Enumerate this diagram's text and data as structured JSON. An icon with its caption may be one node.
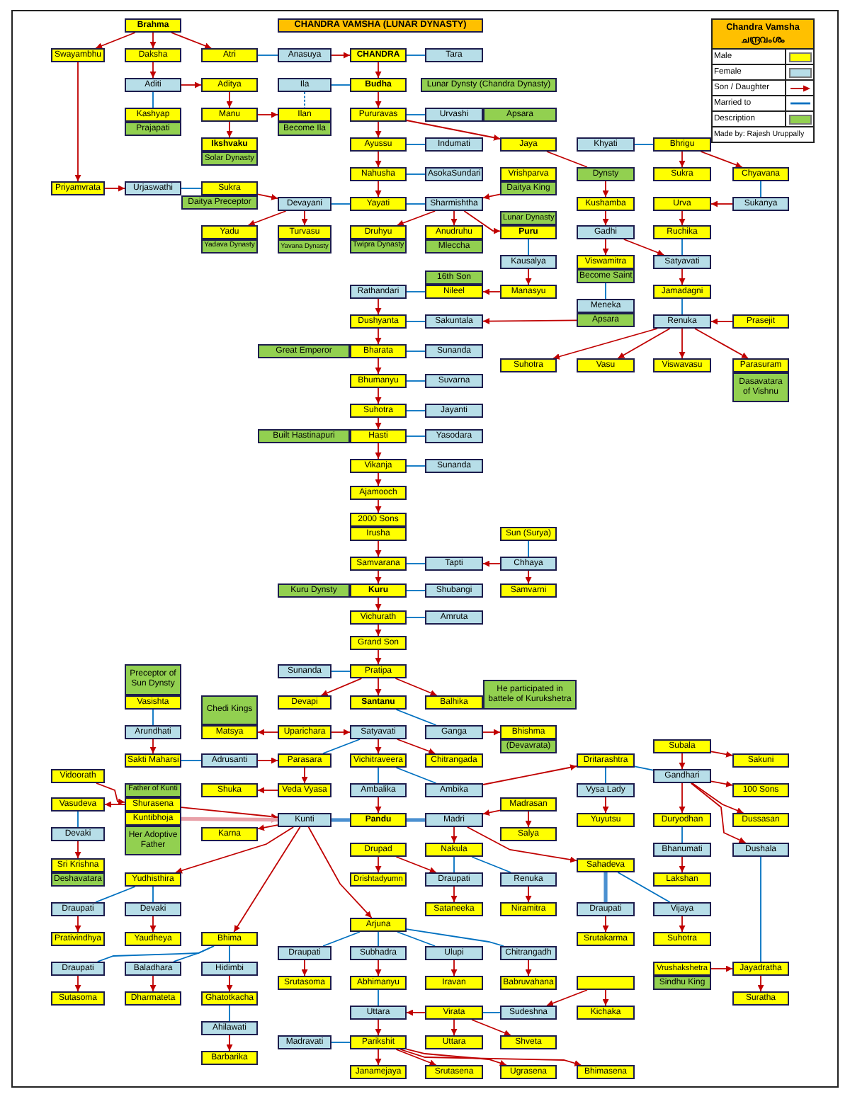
{
  "diagram": {
    "title": "CHANDRA VAMSHA (LUNAR DYNASTY)",
    "nodes": [
      {
        "text": [
          "Brahma"
        ]
      },
      {
        "text": [
          "Swayambhu"
        ]
      },
      {
        "text": [
          "Daksha"
        ]
      },
      {
        "text": [
          "Atri"
        ]
      },
      {
        "text": [
          "Anasuya"
        ]
      },
      {
        "text": [
          "CHANDRA"
        ]
      },
      {
        "text": [
          "Tara"
        ]
      },
      {
        "text": [
          "Aditi"
        ]
      },
      {
        "text": [
          "Aditya"
        ]
      },
      {
        "text": [
          "Ila"
        ]
      },
      {
        "text": [
          "Budha"
        ]
      },
      {
        "text": [
          "Lunar Dynsty (Chandra Dynasty)"
        ]
      },
      {
        "text": [
          "Kashyap"
        ]
      },
      {
        "text": [
          "Manu"
        ]
      },
      {
        "text": [
          "Ilan"
        ]
      },
      {
        "text": [
          "Pururavas"
        ]
      },
      {
        "text": [
          "Urvashi"
        ]
      },
      {
        "text": [
          "Apsara"
        ]
      },
      {
        "text": [
          "Prajapati"
        ]
      },
      {
        "text": [
          "Become Ila"
        ]
      },
      {
        "text": [
          "Ikshvaku"
        ]
      },
      {
        "text": [
          "Ayussu"
        ]
      },
      {
        "text": [
          "Indumati"
        ]
      },
      {
        "text": [
          "Jaya"
        ]
      },
      {
        "text": [
          "Khyati"
        ]
      },
      {
        "text": [
          "Bhrigu"
        ]
      },
      {
        "text": [
          "Solar Dynasty"
        ]
      },
      {
        "text": [
          "Nahusha"
        ]
      },
      {
        "text": [
          "AsokaSundari"
        ]
      },
      {
        "text": [
          "Vrishparva"
        ]
      },
      {
        "text": [
          "Dynsty"
        ]
      },
      {
        "text": [
          "Sukra"
        ]
      },
      {
        "text": [
          "Chyavana"
        ]
      },
      {
        "text": [
          "Priyamvrata"
        ]
      },
      {
        "text": [
          "Urjaswathi"
        ]
      },
      {
        "text": [
          "Sukra"
        ]
      },
      {
        "text": [
          "Daitya King"
        ]
      },
      {
        "text": [
          "Daitya Preceptor"
        ]
      },
      {
        "text": [
          "Devayani"
        ]
      },
      {
        "text": [
          "Yayati"
        ]
      },
      {
        "text": [
          "Sharmishtha"
        ]
      },
      {
        "text": [
          "Kushamba"
        ]
      },
      {
        "text": [
          "Urva"
        ]
      },
      {
        "text": [
          "Sukanya"
        ]
      },
      {
        "text": [
          "Lunar Dynasty"
        ]
      },
      {
        "text": [
          "Yadu"
        ]
      },
      {
        "text": [
          "Turvasu"
        ]
      },
      {
        "text": [
          "Druhyu"
        ]
      },
      {
        "text": [
          "Anudruhu"
        ]
      },
      {
        "text": [
          "Puru"
        ]
      },
      {
        "text": [
          "Gadhi"
        ]
      },
      {
        "text": [
          "Ruchika"
        ]
      },
      {
        "text": [
          "Yadava Dynasty"
        ]
      },
      {
        "text": [
          "Yavana Dynasty"
        ]
      },
      {
        "text": [
          "Twipra Dynasty"
        ]
      },
      {
        "text": [
          "Mleccha"
        ]
      },
      {
        "text": [
          "Kausalya"
        ]
      },
      {
        "text": [
          "Viswamitra"
        ]
      },
      {
        "text": [
          "Satyavati"
        ]
      },
      {
        "text": [
          "16th Son"
        ]
      },
      {
        "text": [
          "Become Saint"
        ]
      },
      {
        "text": [
          "Rathandari"
        ]
      },
      {
        "text": [
          "Nileel"
        ]
      },
      {
        "text": [
          "Manasyu"
        ]
      },
      {
        "text": [
          "Jamadagni"
        ]
      },
      {
        "text": [
          "Meneka"
        ]
      },
      {
        "text": [
          "Dushyanta"
        ]
      },
      {
        "text": [
          "Sakuntala"
        ]
      },
      {
        "text": [
          "Apsara"
        ]
      },
      {
        "text": [
          "Renuka"
        ]
      },
      {
        "text": [
          "Prasejit"
        ]
      },
      {
        "text": [
          "Great Emperor"
        ]
      },
      {
        "text": [
          "Bharata"
        ]
      },
      {
        "text": [
          "Sunanda"
        ]
      },
      {
        "text": [
          "Suhotra"
        ]
      },
      {
        "text": [
          "Vasu"
        ]
      },
      {
        "text": [
          "Viswavasu"
        ]
      },
      {
        "text": [
          "Parasuram"
        ]
      },
      {
        "text": [
          "Bhumanyu"
        ]
      },
      {
        "text": [
          "Suvarna"
        ]
      },
      {
        "text": [
          "Dasavatara of Vishnu"
        ]
      },
      {
        "text": [
          "Suhotra"
        ]
      },
      {
        "text": [
          "Jayanti"
        ]
      },
      {
        "text": [
          "Built Hastinapuri"
        ]
      },
      {
        "text": [
          "Hasti"
        ]
      },
      {
        "text": [
          "Yasodara"
        ]
      },
      {
        "text": [
          "Vikanja"
        ]
      },
      {
        "text": [
          "Sunanda"
        ]
      },
      {
        "text": [
          "Ajamooch"
        ]
      },
      {
        "text": [
          "2000 Sons"
        ]
      },
      {
        "text": [
          "Irusha"
        ]
      },
      {
        "text": [
          "Sun (Surya)"
        ]
      },
      {
        "text": [
          "Samvarana"
        ]
      },
      {
        "text": [
          "Tapti"
        ]
      },
      {
        "text": [
          "Chhaya"
        ]
      },
      {
        "text": [
          "Kuru Dynsty"
        ]
      },
      {
        "text": [
          "Kuru"
        ]
      },
      {
        "text": [
          "Shubangi"
        ]
      },
      {
        "text": [
          "Samvarni"
        ]
      },
      {
        "text": [
          "Vichurath"
        ]
      },
      {
        "text": [
          "Amruta"
        ]
      },
      {
        "text": [
          "Grand Son"
        ]
      },
      {
        "text": [
          "Preceptor of Sun Dynsty"
        ]
      },
      {
        "text": [
          "Sunanda"
        ]
      },
      {
        "text": [
          "Pratipa"
        ]
      },
      {
        "text": [
          "He participated in battele of Kurukshetra"
        ]
      },
      {
        "text": [
          "Vasishta"
        ]
      },
      {
        "text": [
          "Chedi Kings"
        ]
      },
      {
        "text": [
          "Devapi"
        ]
      },
      {
        "text": [
          "Santanu"
        ]
      },
      {
        "text": [
          "Balhika"
        ]
      },
      {
        "text": [
          "Arundhati"
        ]
      },
      {
        "text": [
          "Matsya"
        ]
      },
      {
        "text": [
          "Uparichara"
        ]
      },
      {
        "text": [
          "Satyavati"
        ]
      },
      {
        "text": [
          "Ganga"
        ]
      },
      {
        "text": [
          "Bhishma"
        ]
      },
      {
        "text": [
          "(Devavrata)"
        ]
      },
      {
        "text": [
          "Subala"
        ]
      },
      {
        "text": [
          "Sakti Maharsi"
        ]
      },
      {
        "text": [
          "Adrusanti"
        ]
      },
      {
        "text": [
          "Parasara"
        ]
      },
      {
        "text": [
          "Vichitraveera"
        ]
      },
      {
        "text": [
          "Chitrangada"
        ]
      },
      {
        "text": [
          "Dritarashtra"
        ]
      },
      {
        "text": [
          "Sakuni"
        ]
      },
      {
        "text": [
          "Vidoorath"
        ]
      },
      {
        "text": [
          "Gandhari"
        ]
      },
      {
        "text": [
          "Father of Kunti"
        ]
      },
      {
        "text": [
          "Shuka"
        ]
      },
      {
        "text": [
          "Veda Vyasa"
        ]
      },
      {
        "text": [
          "Ambalika"
        ]
      },
      {
        "text": [
          "Ambika"
        ]
      },
      {
        "text": [
          "Vysa Lady"
        ]
      },
      {
        "text": [
          "100 Sons"
        ]
      },
      {
        "text": [
          "Vasudeva"
        ]
      },
      {
        "text": [
          "Shurasena"
        ]
      },
      {
        "text": [
          "Madrasan"
        ]
      },
      {
        "text": [
          "Kuntibhoja"
        ]
      },
      {
        "text": [
          "Kunti"
        ]
      },
      {
        "text": [
          "Pandu"
        ]
      },
      {
        "text": [
          "Madri"
        ]
      },
      {
        "text": [
          "Yuyutsu"
        ]
      },
      {
        "text": [
          "Duryodhan"
        ]
      },
      {
        "text": [
          "Dussasan"
        ]
      },
      {
        "text": [
          "Devaki"
        ]
      },
      {
        "text": [
          "Her Adoptive Father"
        ]
      },
      {
        "text": [
          "Karna"
        ]
      },
      {
        "text": [
          "Salya"
        ]
      },
      {
        "text": [
          "Drupad"
        ]
      },
      {
        "text": [
          "Nakula"
        ]
      },
      {
        "text": [
          "Bhanumati"
        ]
      },
      {
        "text": [
          "Dushala"
        ]
      },
      {
        "text": [
          "Sri Krishna"
        ]
      },
      {
        "text": [
          "Sahadeva"
        ]
      },
      {
        "text": [
          "Deshavatara"
        ]
      },
      {
        "text": [
          "Yudhisthira"
        ]
      },
      {
        "text": [
          "Drishtadyumn"
        ]
      },
      {
        "text": [
          "Draupati"
        ]
      },
      {
        "text": [
          "Renuka"
        ]
      },
      {
        "text": [
          "Lakshan"
        ]
      },
      {
        "text": [
          "Draupati"
        ]
      },
      {
        "text": [
          "Devaki"
        ]
      },
      {
        "text": [
          "Sataneeka"
        ]
      },
      {
        "text": [
          "Niramitra"
        ]
      },
      {
        "text": [
          "Draupati"
        ]
      },
      {
        "text": [
          "Vijaya"
        ]
      },
      {
        "text": [
          "Arjuna"
        ]
      },
      {
        "text": [
          "Prativindhya"
        ]
      },
      {
        "text": [
          "Yaudheya"
        ]
      },
      {
        "text": [
          "Bhima"
        ]
      },
      {
        "text": [
          "Srutakarma"
        ]
      },
      {
        "text": [
          "Suhotra"
        ]
      },
      {
        "text": [
          "Draupati"
        ]
      },
      {
        "text": [
          "Subhadra"
        ]
      },
      {
        "text": [
          "Ulupi"
        ]
      },
      {
        "text": [
          "Chitrangadh"
        ]
      },
      {
        "text": [
          "Draupati"
        ]
      },
      {
        "text": [
          "Baladhara"
        ]
      },
      {
        "text": [
          "Hidimbi"
        ]
      },
      {
        "text": [
          "Vrushakshetra"
        ]
      },
      {
        "text": [
          "Jayadratha"
        ]
      },
      {
        "text": [
          "Srutasoma"
        ]
      },
      {
        "text": [
          "Abhimanyu"
        ]
      },
      {
        "text": [
          "Iravan"
        ]
      },
      {
        "text": [
          "Babruvahana"
        ]
      },
      {
        "text": [],
        "shape": "box"
      },
      {
        "text": [
          "Sindhu King"
        ]
      },
      {
        "text": [
          "Sutasoma"
        ]
      },
      {
        "text": [
          "Dharmateta"
        ]
      },
      {
        "text": [
          "Ghatotkacha"
        ]
      },
      {
        "text": [
          "Suratha"
        ]
      },
      {
        "text": [
          "Uttara"
        ]
      },
      {
        "text": [
          "Virata"
        ]
      },
      {
        "text": [
          "Sudeshna"
        ]
      },
      {
        "text": [
          "Kichaka"
        ]
      },
      {
        "text": [
          "Ahilawati"
        ]
      },
      {
        "text": [
          "Madravati"
        ]
      },
      {
        "text": [
          "Parikshit"
        ]
      },
      {
        "text": [
          "Uttara"
        ]
      },
      {
        "text": [
          "Shveta"
        ]
      },
      {
        "text": [
          "Barbarika"
        ]
      },
      {
        "text": [
          "Janamejaya"
        ]
      },
      {
        "text": [
          "Srutasena"
        ]
      },
      {
        "text": [
          "Ugrasena"
        ]
      },
      {
        "text": [
          "Bhimasena"
        ]
      }
    ],
    "edges": [
      {
        "from": 0,
        "to": 1,
        "arrow": "to"
      },
      {
        "from": 0,
        "to": 2,
        "arrow": "to"
      },
      {
        "from": 0,
        "to": 3,
        "arrow": "to"
      },
      {
        "from": 3,
        "to": 4,
        "arrow": "none",
        "color": "#0070c0"
      },
      {
        "from": 4,
        "to": 5,
        "arrow": "to"
      },
      {
        "from": 5,
        "to": 6,
        "arrow": "none",
        "color": "#0070c0"
      },
      {
        "from": 2,
        "to": 7,
        "arrow": "to"
      },
      {
        "from": 7,
        "to": 8,
        "arrow": "to"
      },
      {
        "from": 9,
        "to": 10,
        "arrow": "none",
        "color": "#0070c0"
      },
      {
        "from": 5,
        "to": 10,
        "arrow": "to"
      },
      {
        "from": 7,
        "to": 12,
        "arrow": "none",
        "color": "#0070c0"
      },
      {
        "from": 8,
        "to": 13,
        "arrow": "to"
      },
      {
        "from": 13,
        "to": 14,
        "arrow": "to"
      },
      {
        "from": 9,
        "to": 14,
        "arrow": "none",
        "style": "dashed",
        "color": "#0070c0"
      },
      {
        "from": 10,
        "to": 15,
        "arrow": "to"
      },
      {
        "from": 15,
        "to": 16,
        "arrow": "none",
        "color": "#0070c0"
      },
      {
        "from": 13,
        "to": 20,
        "arrow": "to"
      },
      {
        "from": 15,
        "to": 21,
        "arrow": "to"
      },
      {
        "from": 21,
        "to": 22,
        "arrow": "none",
        "color": "#0070c0"
      },
      {
        "from": 15,
        "to": 23,
        "arrow": "to"
      },
      {
        "from": 24,
        "to": 25,
        "arrow": "none",
        "color": "#0070c0"
      },
      {
        "from": 21,
        "to": 27,
        "arrow": "to"
      },
      {
        "from": 27,
        "to": 28,
        "arrow": "none",
        "color": "#0070c0"
      },
      {
        "from": 23,
        "to": 30,
        "arrow": "none"
      },
      {
        "from": 25,
        "to": 31,
        "arrow": "to"
      },
      {
        "from": 25,
        "to": 32,
        "arrow": "to"
      },
      {
        "from": 1,
        "to": 33,
        "arrow": "to"
      },
      {
        "from": 33,
        "to": 34,
        "arrow": "to"
      },
      {
        "from": 34,
        "to": 35,
        "arrow": "none",
        "color": "#0070c0"
      },
      {
        "from": 35,
        "to": 38,
        "arrow": "to"
      },
      {
        "from": 27,
        "to": 39,
        "arrow": "to"
      },
      {
        "from": 38,
        "to": 39,
        "arrow": "none",
        "color": "#0070c0"
      },
      {
        "from": 39,
        "to": 40,
        "arrow": "none",
        "color": "#0070c0"
      },
      {
        "from": 36,
        "to": 40,
        "arrow": "to"
      },
      {
        "from": 30,
        "to": 41,
        "arrow": "to"
      },
      {
        "from": 32,
        "to": 43,
        "arrow": "none",
        "color": "#0070c0"
      },
      {
        "from": 43,
        "to": 42,
        "arrow": "to"
      },
      {
        "from": 38,
        "to": 45,
        "arrow": "to"
      },
      {
        "from": 38,
        "to": 46,
        "arrow": "to"
      },
      {
        "from": 40,
        "to": 47,
        "arrow": "to"
      },
      {
        "from": 40,
        "to": 48,
        "arrow": "to"
      },
      {
        "from": 40,
        "to": 49,
        "arrow": "to"
      },
      {
        "from": 41,
        "to": 50,
        "arrow": "to"
      },
      {
        "from": 42,
        "to": 51,
        "arrow": "to"
      },
      {
        "from": 49,
        "to": 56,
        "arrow": "none",
        "color": "#0070c0"
      },
      {
        "from": 50,
        "to": 57,
        "arrow": "to"
      },
      {
        "from": 50,
        "to": 58,
        "arrow": "to"
      },
      {
        "from": 51,
        "to": 58,
        "arrow": "none",
        "color": "#0070c0"
      },
      {
        "from": 56,
        "to": 63,
        "arrow": "to"
      },
      {
        "from": 63,
        "to": 62,
        "arrow": "to"
      },
      {
        "from": 61,
        "to": 62,
        "arrow": "none",
        "color": "#0070c0"
      },
      {
        "from": 58,
        "to": 64,
        "arrow": "to"
      },
      {
        "from": 60,
        "to": 65,
        "arrow": "none",
        "color": "#0070c0"
      },
      {
        "from": 61,
        "to": 66,
        "arrow": "to"
      },
      {
        "from": 66,
        "to": 67,
        "arrow": "none",
        "color": "#0070c0"
      },
      {
        "from": 68,
        "to": 67,
        "arrow": "to"
      },
      {
        "from": 64,
        "to": 69,
        "arrow": "none",
        "color": "#0070c0"
      },
      {
        "from": 70,
        "to": 69,
        "arrow": "to"
      },
      {
        "from": 66,
        "to": 72,
        "arrow": "to"
      },
      {
        "from": 72,
        "to": 73,
        "arrow": "none",
        "color": "#0070c0"
      },
      {
        "from": 69,
        "to": 74,
        "arrow": "to"
      },
      {
        "from": 69,
        "to": 75,
        "arrow": "to"
      },
      {
        "from": 69,
        "to": 76,
        "arrow": "to"
      },
      {
        "from": 69,
        "to": 77,
        "arrow": "to"
      },
      {
        "from": 72,
        "to": 78,
        "arrow": "to"
      },
      {
        "from": 78,
        "to": 79,
        "arrow": "none",
        "color": "#0070c0"
      },
      {
        "from": 78,
        "to": 81,
        "arrow": "to"
      },
      {
        "from": 81,
        "to": 82,
        "arrow": "none",
        "color": "#0070c0"
      },
      {
        "from": 81,
        "to": 84,
        "arrow": "to"
      },
      {
        "from": 84,
        "to": 85,
        "arrow": "none",
        "color": "#0070c0"
      },
      {
        "from": 84,
        "to": 86,
        "arrow": "to"
      },
      {
        "from": 86,
        "to": 87,
        "arrow": "none",
        "color": "#0070c0"
      },
      {
        "from": 86,
        "to": 88,
        "arrow": "to"
      },
      {
        "from": 88,
        "to": 89,
        "arrow": "to"
      },
      {
        "from": 90,
        "to": 92,
        "arrow": "to"
      },
      {
        "from": 91,
        "to": 94,
        "arrow": "none",
        "color": "#0070c0"
      },
      {
        "from": 92,
        "to": 93,
        "arrow": "none",
        "color": "#0070c0"
      },
      {
        "from": 94,
        "to": 93,
        "arrow": "to"
      },
      {
        "from": 92,
        "to": 96,
        "arrow": "to"
      },
      {
        "from": 96,
        "to": 97,
        "arrow": "none",
        "color": "#0070c0"
      },
      {
        "from": 94,
        "to": 98,
        "arrow": "to"
      },
      {
        "from": 96,
        "to": 99,
        "arrow": "to"
      },
      {
        "from": 99,
        "to": 100,
        "arrow": "none",
        "color": "#0070c0"
      },
      {
        "from": 99,
        "to": 101,
        "arrow": "to"
      },
      {
        "from": 101,
        "to": 104,
        "arrow": "to"
      },
      {
        "from": 103,
        "to": 104,
        "arrow": "none",
        "color": "#0070c0"
      },
      {
        "from": 104,
        "to": 108,
        "arrow": "to"
      },
      {
        "from": 104,
        "to": 109,
        "arrow": "to"
      },
      {
        "from": 104,
        "to": 110,
        "arrow": "to"
      },
      {
        "from": 106,
        "to": 111,
        "arrow": "none",
        "color": "#0070c0"
      },
      {
        "from": 113,
        "to": 112,
        "arrow": "to"
      },
      {
        "from": 113,
        "to": 114,
        "arrow": "to"
      },
      {
        "from": 109,
        "to": 115,
        "arrow": "none",
        "color": "#0070c0"
      },
      {
        "from": 115,
        "to": 116,
        "arrow": "to"
      },
      {
        "from": 111,
        "to": 119,
        "arrow": "to"
      },
      {
        "from": 119,
        "to": 120,
        "arrow": "none",
        "color": "#0070c0"
      },
      {
        "from": 120,
        "to": 121,
        "arrow": "to"
      },
      {
        "from": 114,
        "to": 121,
        "arrow": "none",
        "color": "#0070c0"
      },
      {
        "from": 114,
        "to": 122,
        "arrow": "to"
      },
      {
        "from": 114,
        "to": 123,
        "arrow": "to"
      },
      {
        "from": 118,
        "to": 125,
        "arrow": "to"
      },
      {
        "from": 118,
        "to": 127,
        "arrow": "to"
      },
      {
        "from": 132,
        "to": 124,
        "arrow": "to"
      },
      {
        "from": 124,
        "to": 133,
        "arrow": "none",
        "color": "#0070c0"
      },
      {
        "from": 124,
        "to": 127,
        "arrow": "none",
        "color": "#0070c0"
      },
      {
        "from": 121,
        "to": 130,
        "arrow": "to"
      },
      {
        "from": 130,
        "to": 129,
        "arrow": "to"
      },
      {
        "from": 122,
        "to": 131,
        "arrow": "none",
        "color": "#0070c0"
      },
      {
        "from": 122,
        "to": 132,
        "arrow": "none",
        "color": "#0070c0"
      },
      {
        "from": 127,
        "to": 134,
        "arrow": "to"
      },
      {
        "from": 126,
        "to": 136,
        "arrow": "to"
      },
      {
        "from": 136,
        "to": 135,
        "arrow": "to"
      },
      {
        "from": 136,
        "to": 139,
        "arrow": "to"
      },
      {
        "from": 138,
        "to": 139,
        "arrow": "to",
        "style": "thick",
        "color": "#e8a0a8"
      },
      {
        "from": 131,
        "to": 140,
        "arrow": "to"
      },
      {
        "from": 139,
        "to": 140,
        "arrow": "none",
        "style": "thick",
        "color": "#4a90d0"
      },
      {
        "from": 140,
        "to": 141,
        "arrow": "none",
        "style": "thick",
        "color": "#4a90d0"
      },
      {
        "from": 137,
        "to": 141,
        "arrow": "to"
      },
      {
        "from": 137,
        "to": 148,
        "arrow": "to"
      },
      {
        "from": 133,
        "to": 142,
        "arrow": "to"
      },
      {
        "from": 127,
        "to": 143,
        "arrow": "to"
      },
      {
        "from": 127,
        "to": 144,
        "arrow": "to"
      },
      {
        "from": 135,
        "to": 145,
        "arrow": "none",
        "color": "#0070c0"
      },
      {
        "from": 139,
        "to": 147,
        "arrow": "to"
      },
      {
        "from": 143,
        "to": 151,
        "arrow": "none",
        "color": "#0070c0"
      },
      {
        "from": 127,
        "to": 152,
        "arrow": "to"
      },
      {
        "from": 145,
        "to": 153,
        "arrow": "to"
      },
      {
        "from": 141,
        "to": 150,
        "arrow": "to"
      },
      {
        "from": 141,
        "to": 154,
        "arrow": "to"
      },
      {
        "from": 139,
        "to": 156,
        "arrow": "to"
      },
      {
        "from": 149,
        "to": 157,
        "arrow": "to"
      },
      {
        "from": 149,
        "to": 158,
        "arrow": "to"
      },
      {
        "from": 150,
        "to": 158,
        "arrow": "none",
        "color": "#0070c0"
      },
      {
        "from": 150,
        "to": 159,
        "arrow": "none",
        "color": "#0070c0"
      },
      {
        "from": 151,
        "to": 160,
        "arrow": "to"
      },
      {
        "from": 156,
        "to": 161,
        "arrow": "none",
        "color": "#0070c0"
      },
      {
        "from": 156,
        "to": 162,
        "arrow": "none",
        "color": "#0070c0"
      },
      {
        "from": 154,
        "to": 165,
        "arrow": "none",
        "style": "thick",
        "color": "#4a90d0"
      },
      {
        "from": 154,
        "to": 166,
        "arrow": "none",
        "color": "#0070c0"
      },
      {
        "from": 158,
        "to": 163,
        "arrow": "to"
      },
      {
        "from": 159,
        "to": 164,
        "arrow": "to"
      },
      {
        "from": 139,
        "to": 167,
        "arrow": "to"
      },
      {
        "from": 161,
        "to": 168,
        "arrow": "to"
      },
      {
        "from": 162,
        "to": 169,
        "arrow": "to"
      },
      {
        "from": 139,
        "to": 170,
        "arrow": "to"
      },
      {
        "from": 165,
        "to": 171,
        "arrow": "to"
      },
      {
        "from": 166,
        "to": 172,
        "arrow": "to"
      },
      {
        "from": 167,
        "to": 173,
        "arrow": "none",
        "color": "#0070c0"
      },
      {
        "from": 167,
        "to": 174,
        "arrow": "none",
        "color": "#0070c0"
      },
      {
        "from": 167,
        "to": 175,
        "arrow": "none",
        "color": "#0070c0"
      },
      {
        "from": 167,
        "to": 176,
        "arrow": "none",
        "color": "#0070c0"
      },
      {
        "from": 170,
        "to": 177,
        "arrow": "none",
        "color": "#0070c0"
      },
      {
        "from": 170,
        "to": 178,
        "arrow": "none",
        "color": "#0070c0"
      },
      {
        "from": 170,
        "to": 179,
        "arrow": "none",
        "color": "#0070c0"
      },
      {
        "from": 180,
        "to": 181,
        "arrow": "to"
      },
      {
        "from": 152,
        "to": 181,
        "arrow": "none",
        "color": "#0070c0"
      },
      {
        "from": 173,
        "to": 182,
        "arrow": "to"
      },
      {
        "from": 174,
        "to": 183,
        "arrow": "to"
      },
      {
        "from": 175,
        "to": 184,
        "arrow": "to"
      },
      {
        "from": 176,
        "to": 185,
        "arrow": "to"
      },
      {
        "from": 177,
        "to": 188,
        "arrow": "to"
      },
      {
        "from": 178,
        "to": 189,
        "arrow": "to"
      },
      {
        "from": 179,
        "to": 190,
        "arrow": "to"
      },
      {
        "from": 181,
        "to": 191,
        "arrow": "to"
      },
      {
        "from": 183,
        "to": 192,
        "arrow": "none",
        "color": "#0070c0"
      },
      {
        "from": 193,
        "to": 192,
        "arrow": "to"
      },
      {
        "from": 193,
        "to": 194,
        "arrow": "none",
        "color": "#0070c0"
      },
      {
        "from": 186,
        "to": 194,
        "arrow": "to"
      },
      {
        "from": 186,
        "to": 195,
        "arrow": "to"
      },
      {
        "from": 190,
        "to": 196,
        "arrow": "none",
        "color": "#0070c0"
      },
      {
        "from": 197,
        "to": 198,
        "arrow": "none",
        "color": "#0070c0"
      },
      {
        "from": 192,
        "to": 198,
        "arrow": "to"
      },
      {
        "from": 193,
        "to": 199,
        "arrow": "to"
      },
      {
        "from": 193,
        "to": 200,
        "arrow": "to"
      },
      {
        "from": 196,
        "to": 201,
        "arrow": "to"
      },
      {
        "from": 198,
        "to": 202,
        "arrow": "to"
      },
      {
        "from": 198,
        "to": 203,
        "arrow": "to"
      },
      {
        "from": 198,
        "to": 204,
        "arrow": "to"
      },
      {
        "from": 198,
        "to": 205,
        "arrow": "to"
      }
    ],
    "labels": [
      "Chandra Vamsha",
      "ചന്ദ്രവംശം",
      "Made by: Rajesh Uruppally"
    ],
    "legend": [
      {
        "text": "Male",
        "color": "#ffff00"
      },
      {
        "text": "Female",
        "color": "#b7dee8"
      },
      {
        "text": "Son / Daughter"
      },
      {
        "text": "Married to"
      },
      {
        "text": "Description",
        "color": "#92d050"
      }
    ]
  }
}
